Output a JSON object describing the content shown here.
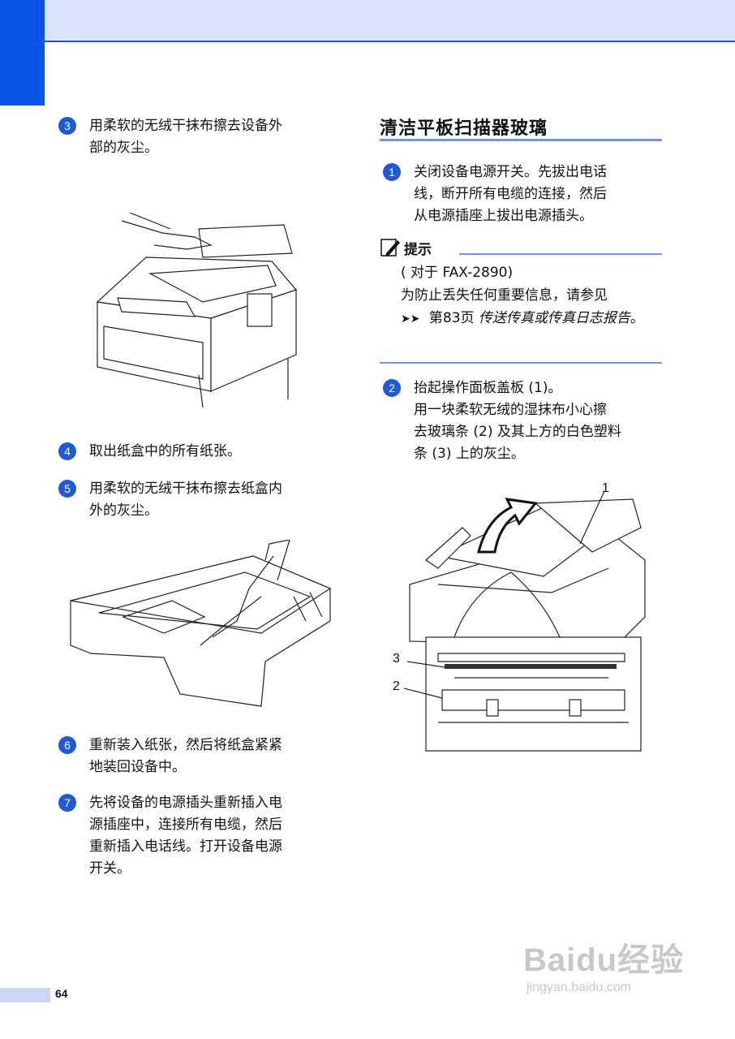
{
  "steps_left": [
    {
      "num": "3",
      "text": "用柔软的无绒干抹布擦去设备外\n部的灰尘。"
    },
    {
      "num": "4",
      "text": "取出纸盒中的所有纸张。"
    },
    {
      "num": "5",
      "text": "用柔软的无绒干抹布擦去纸盒内\n外的灰尘。"
    },
    {
      "num": "6",
      "text": "重新装入纸张，然后将纸盒紧紧\n地装回设备中。"
    },
    {
      "num": "7",
      "text": "先将设备的电源插头重新插入电\n源插座中，连接所有电缆，然后\n重新插入电话线。打开设备电源\n开关。"
    }
  ],
  "section_title": "清洁平板扫描器玻璃",
  "steps_right": [
    {
      "num": "1",
      "text": "关闭设备电源开关。先拔出电话\n线，断开所有电缆的连接，然后\n从电源插座上拔出电源插头。"
    },
    {
      "num": "2",
      "text": "抬起操作面板盖板 (1)。\n用一块柔软无绒的湿抹布小心擦\n去玻璃条 (2) 及其上方的白色塑料\n条 (3) 上的灰尘。"
    }
  ],
  "note": {
    "label": "提示",
    "line1": "( 对于 FAX-2890)",
    "line2": "为防止丢失任何重要信息，请参见",
    "arrow": "➤➤",
    "ref": "第83页",
    "ref_link": "传送传真或传真日志报告",
    "end": "。"
  },
  "callouts": {
    "c1": "1",
    "c2": "2",
    "c3": "3"
  },
  "page_number": "64",
  "watermark": {
    "logo": "Baidu经验",
    "url": "jingyan.baidu.com"
  },
  "colors": {
    "accent": "#0a55e6",
    "step_circle": "#1e5ad8",
    "rule": "#6d97e8",
    "header_band": "#d9e4fb"
  }
}
